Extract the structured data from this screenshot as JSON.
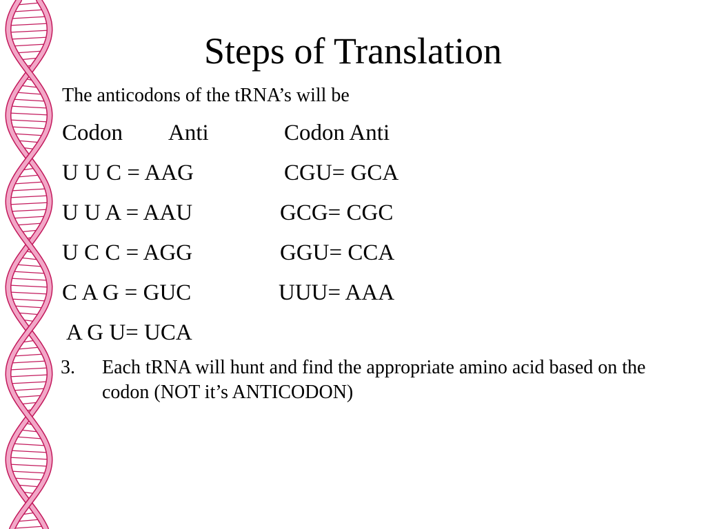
{
  "slide": {
    "title": "Steps of Translation",
    "intro": "The anticodons of the tRNA’s will be",
    "headers": [
      "Codon",
      "Anti",
      "Codon Anti"
    ],
    "pairs_left": [
      "U U C = AAG",
      "U U A = AAU",
      "U C C = AGG",
      "C A G = GUC",
      "A G U= UCA"
    ],
    "pairs_right": [
      "CGU= GCA",
      "GCG= CGC",
      "GGU= CCA",
      "UUU= AAA"
    ],
    "item": {
      "number": "3.",
      "text": "Each tRNA will hunt and find the appropriate amino acid based on the codon (NOT it’s ANTICODON)"
    }
  },
  "colors": {
    "helix_fill": "#f2a7c7",
    "helix_stroke": "#c2185b",
    "text": "#000000",
    "background": "#ffffff"
  },
  "decoration": {
    "icon": "dna-helix-icon"
  }
}
